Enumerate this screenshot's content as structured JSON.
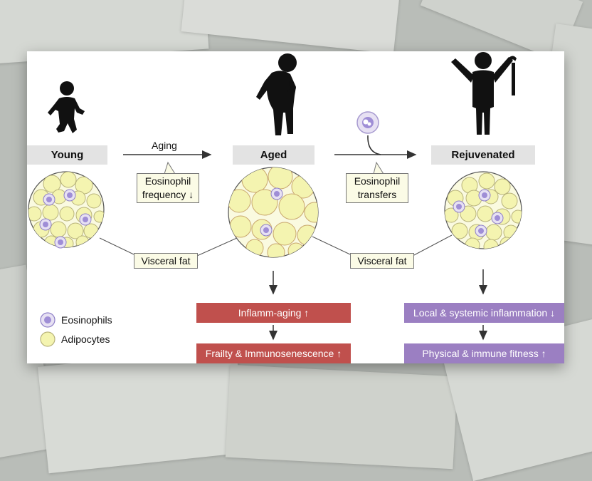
{
  "stages": {
    "young": "Young",
    "aged": "Aged",
    "rejuvenated": "Rejuvenated"
  },
  "arrows": {
    "aging_label": "Aging"
  },
  "callouts": {
    "eos_frequency_line1": "Eosinophil",
    "eos_frequency_line2": "frequency ↓",
    "eos_transfer_line1": "Eosinophil",
    "eos_transfer_line2": "transfers",
    "visceral_fat_left": "Visceral fat",
    "visceral_fat_right": "Visceral fat"
  },
  "outcomes": {
    "aged_1": "Inflamm-aging ↑",
    "aged_2": "Frailty & Immunosenescence ↑",
    "rejuv_1": "Local & systemic inflammation ↓",
    "rejuv_2": "Physical & immune fitness ↑"
  },
  "legend": {
    "eosinophils": "Eosinophils",
    "adipocytes": "Adipocytes"
  },
  "colors": {
    "background": "#b9bdb8",
    "adipocyte_fill": "#f4f4b0",
    "eosinophil_fill": "#9f8ed6",
    "aged_box": "#c0504d",
    "rejuvenated_box": "#9b7fc2"
  }
}
